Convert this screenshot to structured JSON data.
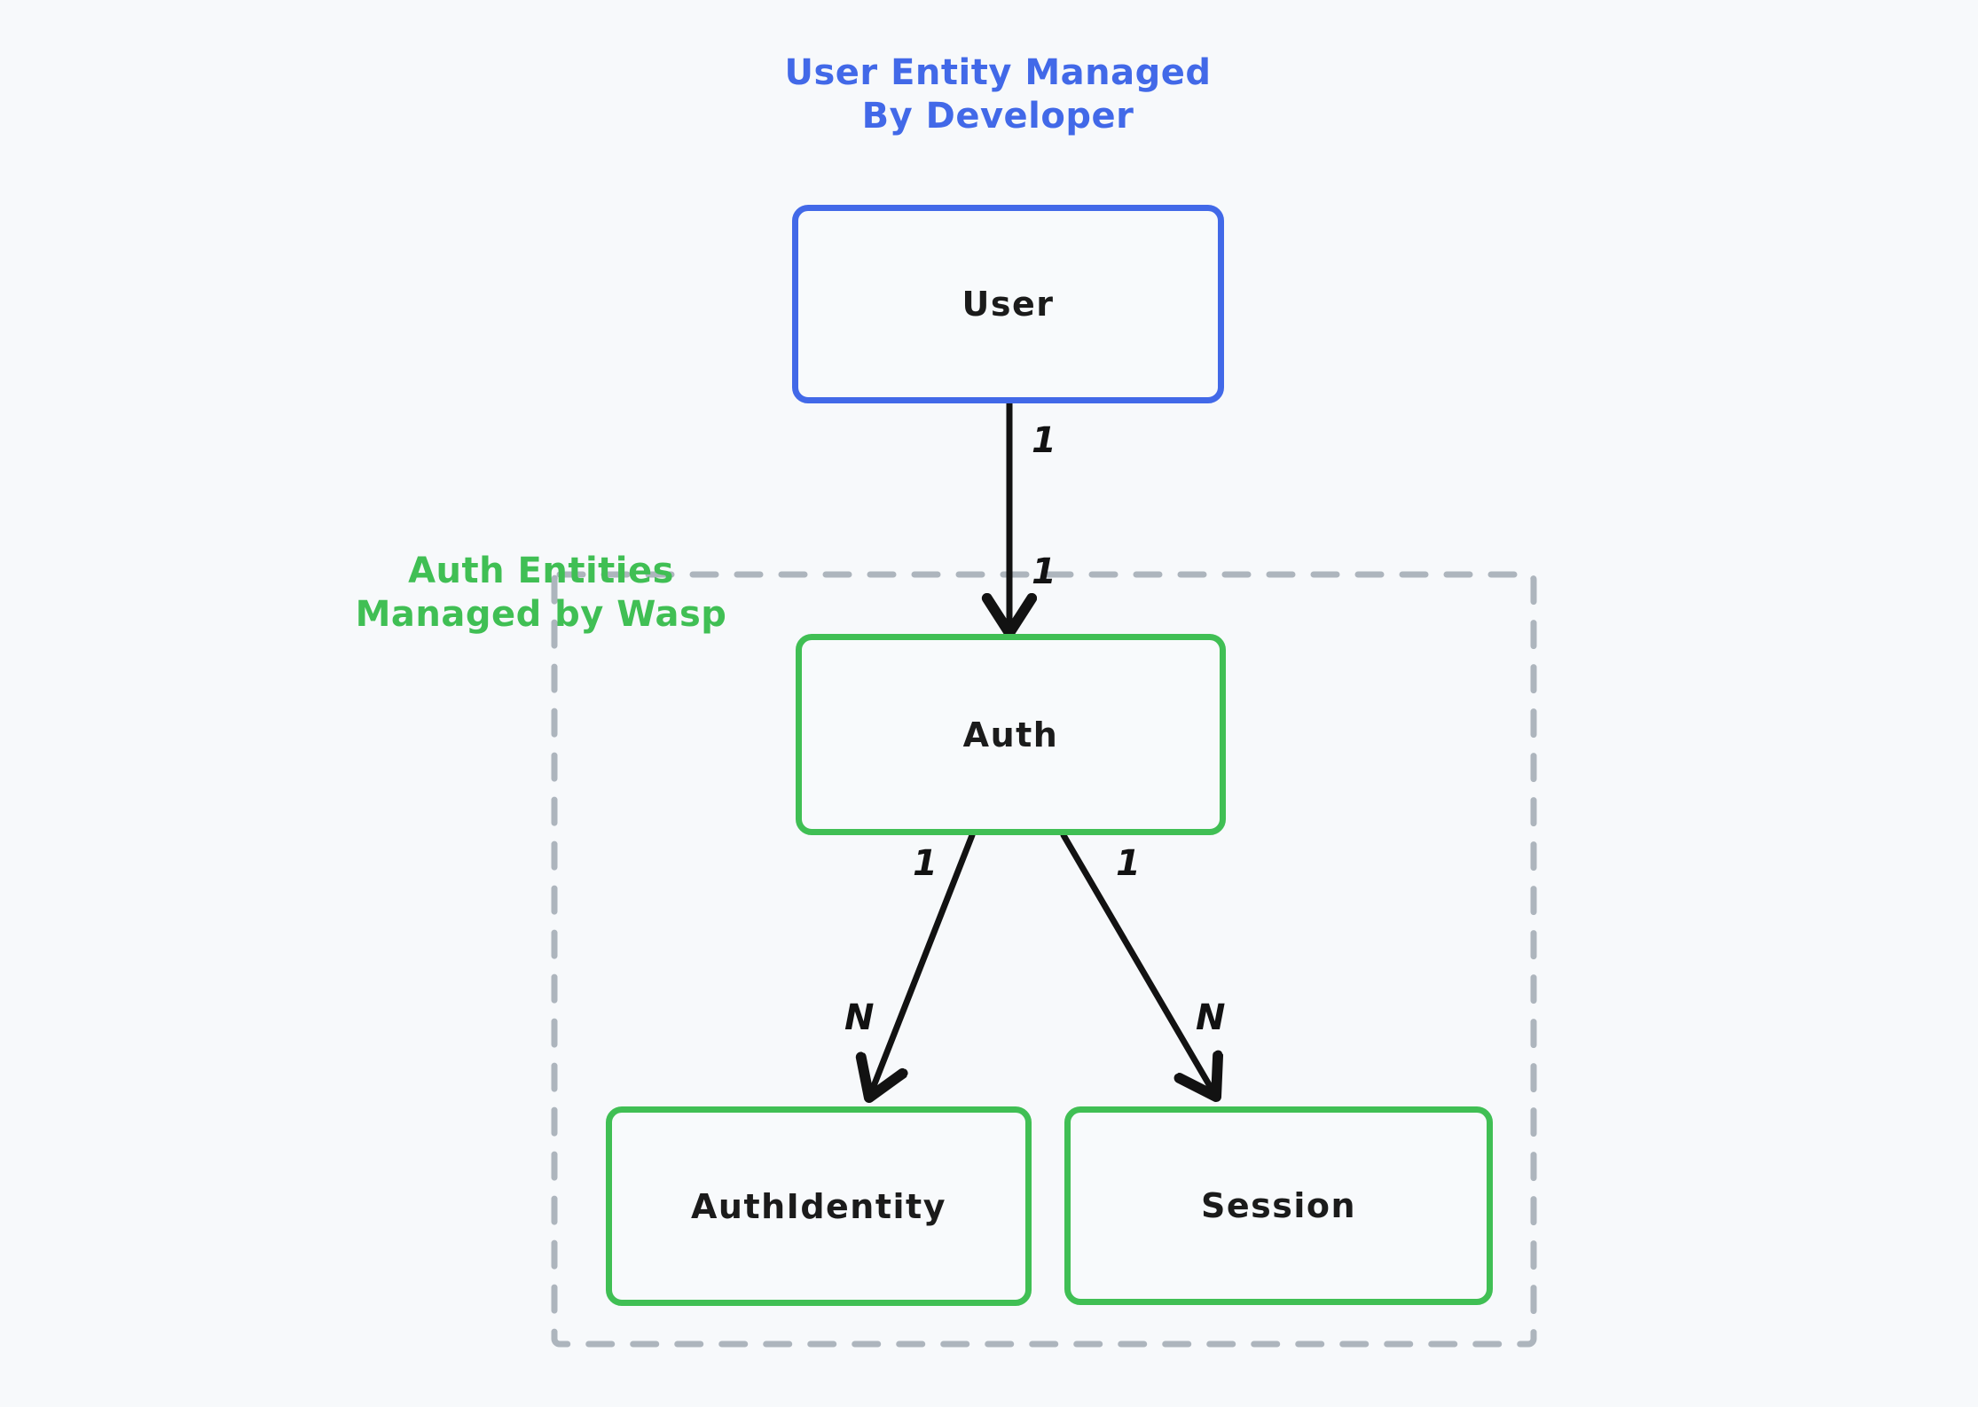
{
  "diagram": {
    "background_color": "#f7f9fb",
    "groups": [
      {
        "id": "user-group",
        "title": "User Entity Managed\nBy Developer",
        "color": "#4269e8",
        "boxed": false
      },
      {
        "id": "auth-group",
        "title": "Auth Entities\nManaged by Wasp",
        "color": "#40bf54",
        "boxed": true,
        "border_style": "dashed",
        "border_color": "#adb5bd"
      }
    ],
    "entities": [
      {
        "id": "user",
        "label": "User",
        "color": "#4269e8",
        "group": "user-group"
      },
      {
        "id": "auth",
        "label": "Auth",
        "color": "#40bf54",
        "group": "auth-group"
      },
      {
        "id": "authidentity",
        "label": "AuthIdentity",
        "color": "#40bf54",
        "group": "auth-group"
      },
      {
        "id": "session",
        "label": "Session",
        "color": "#40bf54",
        "group": "auth-group"
      }
    ],
    "relations": [
      {
        "from": "user",
        "to": "auth",
        "from_cardinality": "1",
        "to_cardinality": "1"
      },
      {
        "from": "auth",
        "to": "authidentity",
        "from_cardinality": "1",
        "to_cardinality": "N"
      },
      {
        "from": "auth",
        "to": "session",
        "from_cardinality": "1",
        "to_cardinality": "N"
      }
    ]
  }
}
